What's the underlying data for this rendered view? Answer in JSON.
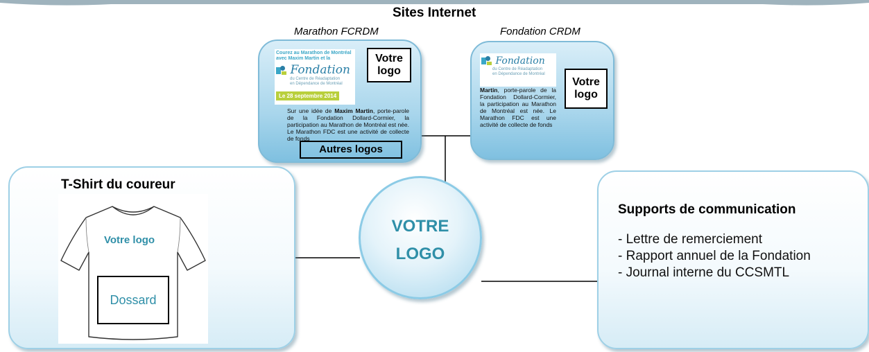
{
  "diagram": {
    "center": {
      "line1": "VOTRE",
      "line2": "LOGO"
    },
    "websites": {
      "title": "Sites Internet",
      "site1": {
        "subtitle": "Marathon FCRDM",
        "logo_box": "Votre logo",
        "other_logos": "Autres logos",
        "snippet_intro": "Sur une idée de ",
        "snippet_name": "Maxim Martin",
        "snippet_rest": ", porte-parole de la Fondation Dollard-Cormier, la participation au Marathon de Montréal est née. Le Marathon FDC est une activité de collecte de fonds",
        "banner": {
          "header": "Courez au Marathon de Montréal avec Maxim Martin et la",
          "brand": "Fondation",
          "desc1": "du Centre de Réadaptation",
          "desc2": "en Dépendance de Montréal",
          "date": "Le 28 septembre 2014"
        }
      },
      "site2": {
        "subtitle": "Fondation CRDM",
        "logo_box": "Votre logo",
        "snippet_name": "Martin",
        "snippet_rest": ", porte-parole de la Fondation Dollard-Cormier, la participation au Marathon de Montréal est née. Le Marathon FDC est une activité de collecte de fonds",
        "banner": {
          "brand": "Fondation",
          "desc1": "du Centre de Réadaptation",
          "desc2": "en Dépendance de Montréal"
        }
      }
    },
    "tshirt": {
      "title": "T-Shirt du coureur",
      "logo": "Votre logo",
      "bib": "Dossard"
    },
    "supports": {
      "title": "Supports de communication",
      "items": [
        "- Lettre de remerciement",
        "- Rapport annuel de la Fondation",
        "- Journal interne du CCSMTL"
      ]
    },
    "colors": {
      "accent": "#2f8fa8",
      "card_border": "#9ed0e6",
      "card_blue": "#a9d6ec",
      "band": "#9fb3bd"
    }
  }
}
